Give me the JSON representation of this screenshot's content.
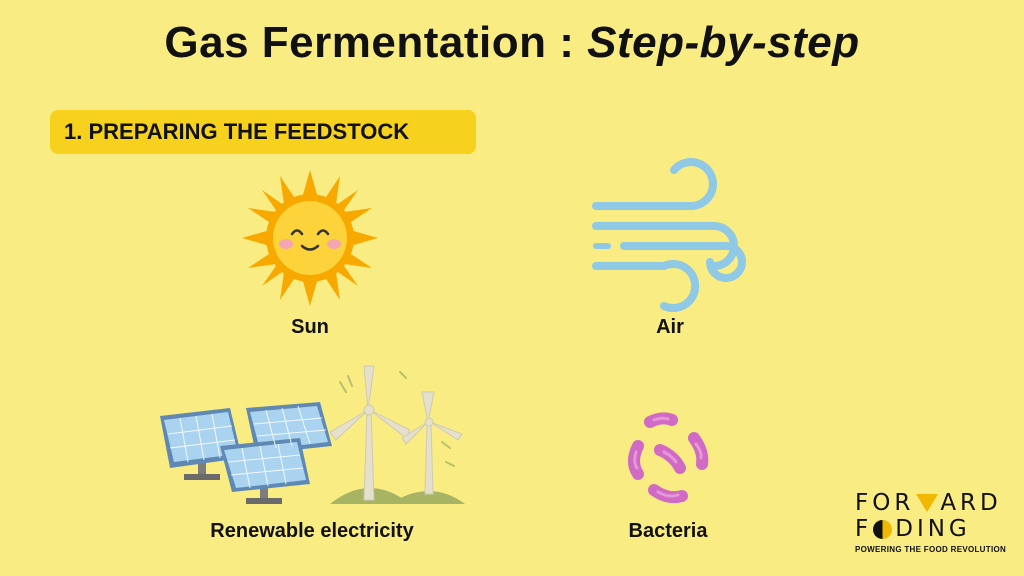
{
  "title": {
    "main": "Gas Fermentation : ",
    "emphasis": "Step-by-step"
  },
  "step": {
    "label": "1. PREPARING THE FEEDSTOCK"
  },
  "items": {
    "sun": {
      "label": "Sun",
      "icon": "sun-icon"
    },
    "air": {
      "label": "Air",
      "icon": "wind-icon"
    },
    "electricity": {
      "label": "Renewable electricity",
      "icon": "solar-panels-wind-turbines-icon"
    },
    "bacteria": {
      "label": "Bacteria",
      "icon": "bacteria-icon"
    }
  },
  "logo": {
    "line1_a": "FOR",
    "line1_b": "ARD",
    "line2_a": "F",
    "line2_b": "DING",
    "tagline": "POWERING THE FOOD REVOLUTION"
  },
  "colors": {
    "background": "#f9ec83",
    "badge": "#f6d21e",
    "sun": "#f8a900",
    "wind": "#8fc9e6",
    "bacteria": "#d06ac4",
    "panel": "#a9d3ee",
    "turbine": "#e4e0cc",
    "hill": "#a7b464",
    "logo_accent": "#f0b800"
  }
}
